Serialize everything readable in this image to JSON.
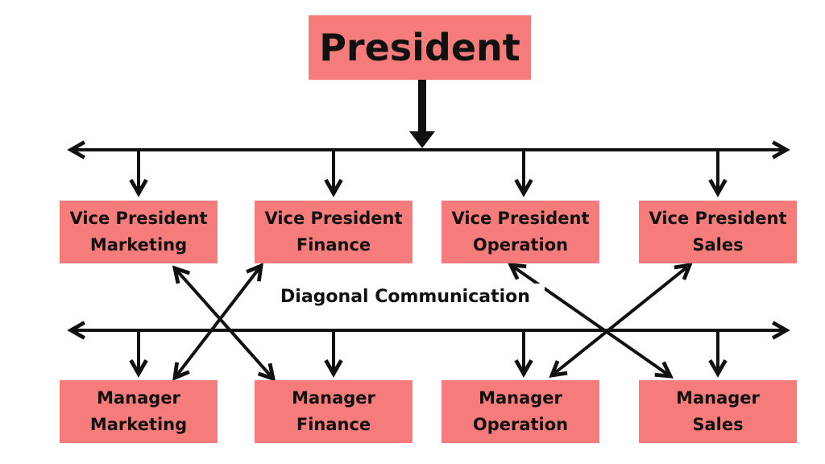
{
  "colors": {
    "box_fill": "#f67c7c",
    "line": "#111111",
    "background": "#ffffff"
  },
  "president": {
    "label": "President"
  },
  "vice_presidents": [
    {
      "line1": "Vice President",
      "line2": "Marketing"
    },
    {
      "line1": "Vice President",
      "line2": "Finance"
    },
    {
      "line1": "Vice President",
      "line2": "Operation"
    },
    {
      "line1": "Vice President",
      "line2": "Sales"
    }
  ],
  "managers": [
    {
      "line1": "Manager",
      "line2": "Marketing"
    },
    {
      "line1": "Manager",
      "line2": "Finance"
    },
    {
      "line1": "Manager",
      "line2": "Operation"
    },
    {
      "line1": "Manager",
      "line2": "Sales"
    }
  ],
  "caption": "Diagonal Communication"
}
